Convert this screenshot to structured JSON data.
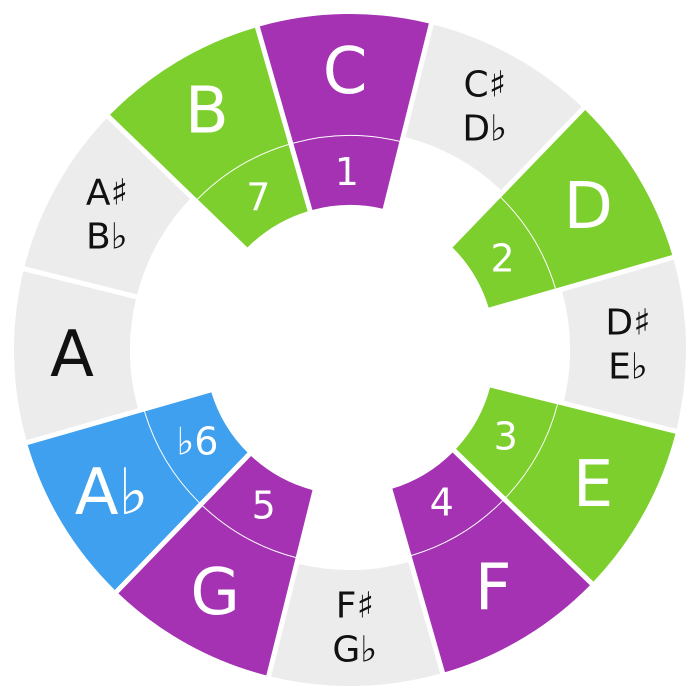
{
  "colors": {
    "gray": "#ececec",
    "green": "#7ccf2c",
    "purple": "#a432b3",
    "blue": "#3ea0ee",
    "dark_text": "#111111",
    "light_text": "#ffffff"
  },
  "notes": [
    {
      "line1": "C",
      "line2": "",
      "color": "purple",
      "degree": "1"
    },
    {
      "line1": "C♯",
      "line2": "D♭",
      "color": "gray",
      "degree": ""
    },
    {
      "line1": "D",
      "line2": "",
      "color": "green",
      "degree": "2"
    },
    {
      "line1": "D♯",
      "line2": "E♭",
      "color": "gray",
      "degree": ""
    },
    {
      "line1": "E",
      "line2": "",
      "color": "green",
      "degree": "3"
    },
    {
      "line1": "F",
      "line2": "",
      "color": "purple",
      "degree": "4"
    },
    {
      "line1": "F♯",
      "line2": "G♭",
      "color": "gray",
      "degree": ""
    },
    {
      "line1": "G",
      "line2": "",
      "color": "purple",
      "degree": "5"
    },
    {
      "line1": "A♭",
      "line2": "",
      "color": "blue",
      "degree": "♭6"
    },
    {
      "line1": "A",
      "line2": "",
      "color": "gray",
      "degree": ""
    },
    {
      "line1": "A♯",
      "line2": "B♭",
      "color": "gray",
      "degree": ""
    },
    {
      "line1": "B",
      "line2": "",
      "color": "green",
      "degree": "7"
    }
  ]
}
